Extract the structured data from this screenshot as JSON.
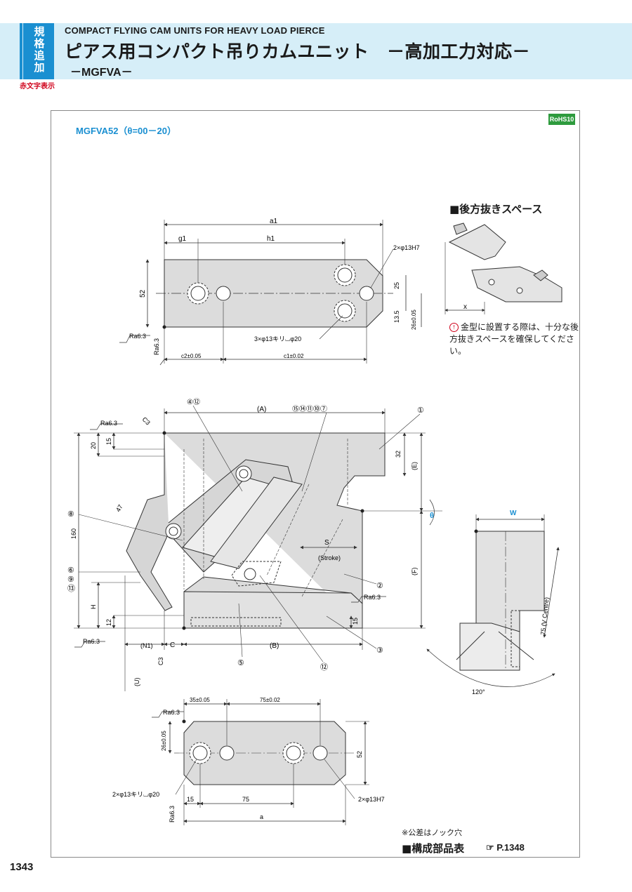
{
  "header": {
    "tab_label": "規格追加",
    "red_note": "赤文字表示",
    "title_en": "COMPACT FLYING CAM UNITS FOR HEAVY LOAD PIERCE",
    "title_jp": "ピアス用コンパクト吊りカムユニット　－高加工力対応－",
    "title_sub": "－MGFVA－"
  },
  "panel": {
    "model_label": "MGFVA52（θ=00－20）",
    "rohs_badge": "RoHS10"
  },
  "top_view": {
    "dim_a1": "a1",
    "dim_g1": "g1",
    "dim_h1": "h1",
    "dim_52": "52",
    "dim_25": "25",
    "dim_13_5": "13.5",
    "dim_26": "26±0.05",
    "hole_2": "2×φ13H7",
    "hole_3": "3×φ13キリ⌴φ20",
    "ra_1": "Ra6.3",
    "ra_2": "Ra6.3",
    "dim_c2": "c2±0.05",
    "dim_c1": "c1±0.02"
  },
  "front_view": {
    "dim_A": "(A)",
    "dim_B": "(B)",
    "dim_E": "(E)",
    "dim_F": "(F)",
    "dim_U": "(U)",
    "dim_N1": "(N1)",
    "dim_C": "C",
    "dim_C3_top": "C3",
    "dim_C3_bottom": "C3",
    "dim_20": "20",
    "dim_15_top": "15",
    "dim_32": "32",
    "dim_47": "47",
    "dim_160": "160",
    "dim_H": "H",
    "dim_12": "12",
    "dim_15_bottom": "15",
    "stroke_S": "S",
    "stroke_label": "(Stroke)",
    "theta": "θ",
    "ra_top": "Ra6.3",
    "ra_bottom": "Ra6.3",
    "ra_right": "Ra6.3",
    "callout_4_12": "④⑫",
    "callout_15_7": "⑮⑭⑪⑩⑦",
    "callout_1": "①",
    "callout_8": "⑧",
    "callout_6_9_13": "⑥\n⑨\n⑬",
    "callout_6": "⑥",
    "callout_9": "⑨",
    "callout_13": "⑬",
    "callout_2": "②",
    "callout_3": "③",
    "callout_5": "⑤",
    "callout_12": "⑫"
  },
  "side_view": {
    "dim_W": "W",
    "dim_75": "75 (V Centre)",
    "angle": "120°"
  },
  "bottom_view": {
    "dim_35": "35±0.05",
    "dim_75_top": "75±0.02",
    "dim_26": "26±0.05",
    "dim_52": "52",
    "ra": "Ra6.3",
    "ra_left": "Ra6.3",
    "hole_counterbore": "2×φ13キリ⌴φ20",
    "hole_h7": "2×φ13H7",
    "dim_15": "15",
    "dim_75": "75",
    "dim_a": "a"
  },
  "clearance": {
    "title": "■後方抜きスペース",
    "dim_x": "x",
    "note": "金型に設置する際は、十分な後方抜きスペースを確保してください。"
  },
  "footer": {
    "tolerance_note": "※公差はノック穴",
    "parts_title": "■構成部品表",
    "parts_ref": "P.1348",
    "page_number": "1343"
  }
}
